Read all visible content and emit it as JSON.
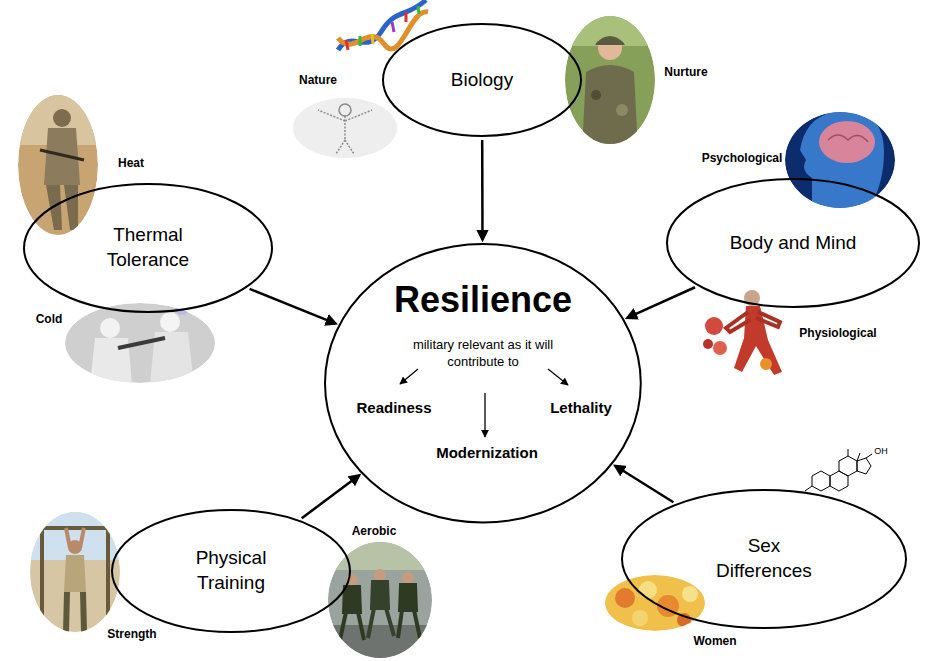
{
  "diagram": {
    "nodes": [
      {
        "text": [
          "Biology"
        ]
      },
      {
        "text": [
          "Thermal Tolerance"
        ]
      },
      {
        "text": [
          "Body and Mind"
        ]
      },
      {
        "text": [
          "Resilience",
          "military relevant as it will contribute to",
          "Readiness",
          "Lethality",
          "Modernization"
        ]
      },
      {
        "text": [
          "Physical Training"
        ]
      },
      {
        "text": [
          "Sex Differences"
        ]
      }
    ],
    "edges": [
      {
        "from": 0,
        "to": 3,
        "arrow": "to"
      },
      {
        "from": 1,
        "to": 3,
        "arrow": "to"
      },
      {
        "from": 2,
        "to": 3,
        "arrow": "to"
      },
      {
        "from": 4,
        "to": 3,
        "arrow": "to"
      },
      {
        "from": 5,
        "to": 3,
        "arrow": "to"
      }
    ],
    "labels": [
      "Nature",
      "Nurture",
      "Heat",
      "Psychological",
      "Cold",
      "Physiological",
      "OH",
      "Aerobic",
      "Strength",
      "Women"
    ]
  }
}
